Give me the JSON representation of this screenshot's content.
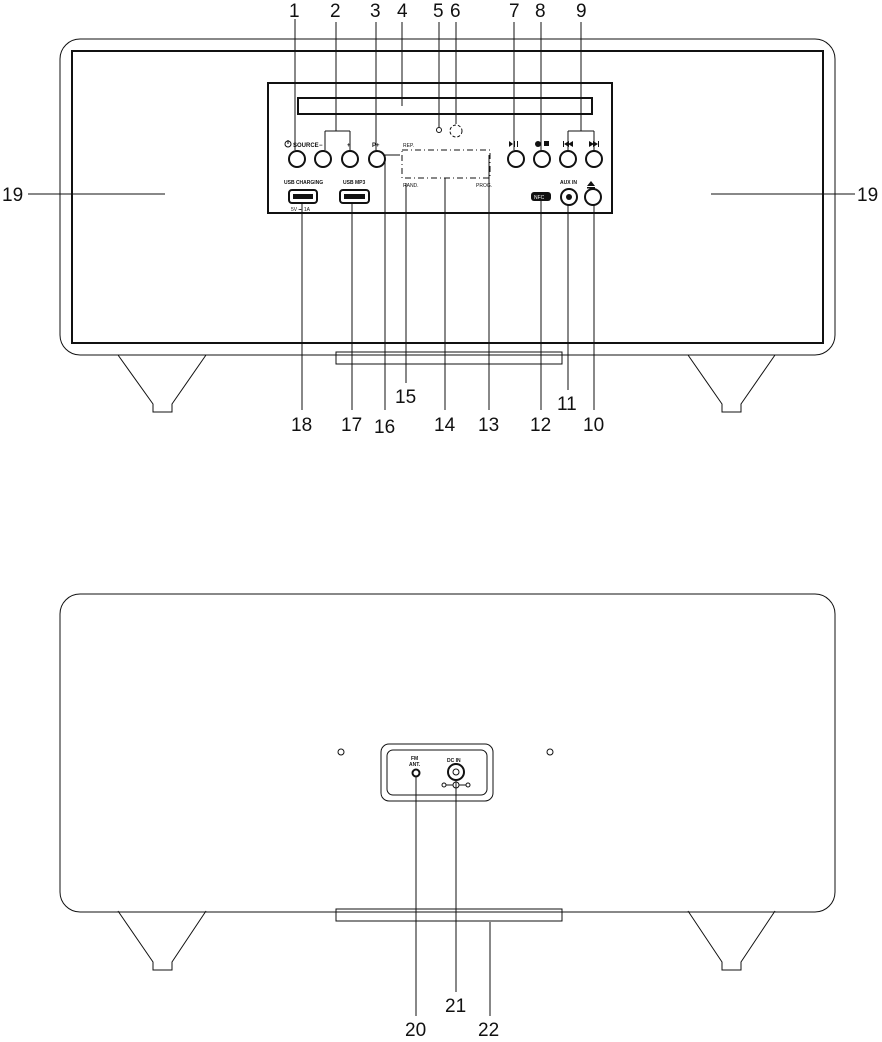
{
  "front_view": {
    "callouts": [
      "1",
      "2",
      "3",
      "4",
      "5",
      "6",
      "7",
      "8",
      "9",
      "10",
      "11",
      "12",
      "13",
      "14",
      "15",
      "16",
      "17",
      "18",
      "19"
    ],
    "panel_labels": {
      "source": "SOURCE",
      "vol_minus": "−",
      "vol_plus": "+",
      "preset": "P+",
      "rep": "REP.",
      "rand": "RAND.",
      "prog": "PROG.",
      "usb_charging": "USB CHARGING",
      "usb_charging_spec": "5V ⎓ 1A",
      "usb_mp3": "USB MP3",
      "nfc": "NFC",
      "aux_in": "AUX IN"
    }
  },
  "rear_view": {
    "callouts": [
      "20",
      "21",
      "22"
    ],
    "panel_labels": {
      "fm_ant_line1": "FM",
      "fm_ant_line2": "ANT.",
      "dc_in": "DC IN"
    }
  },
  "icons": [
    "power-icon",
    "bluetooth-play-pause-icon",
    "cd-stop-icon",
    "previous-track-icon",
    "next-track-icon",
    "eject-icon",
    "infrared-sensor-icon",
    "dc-polarity-icon"
  ]
}
